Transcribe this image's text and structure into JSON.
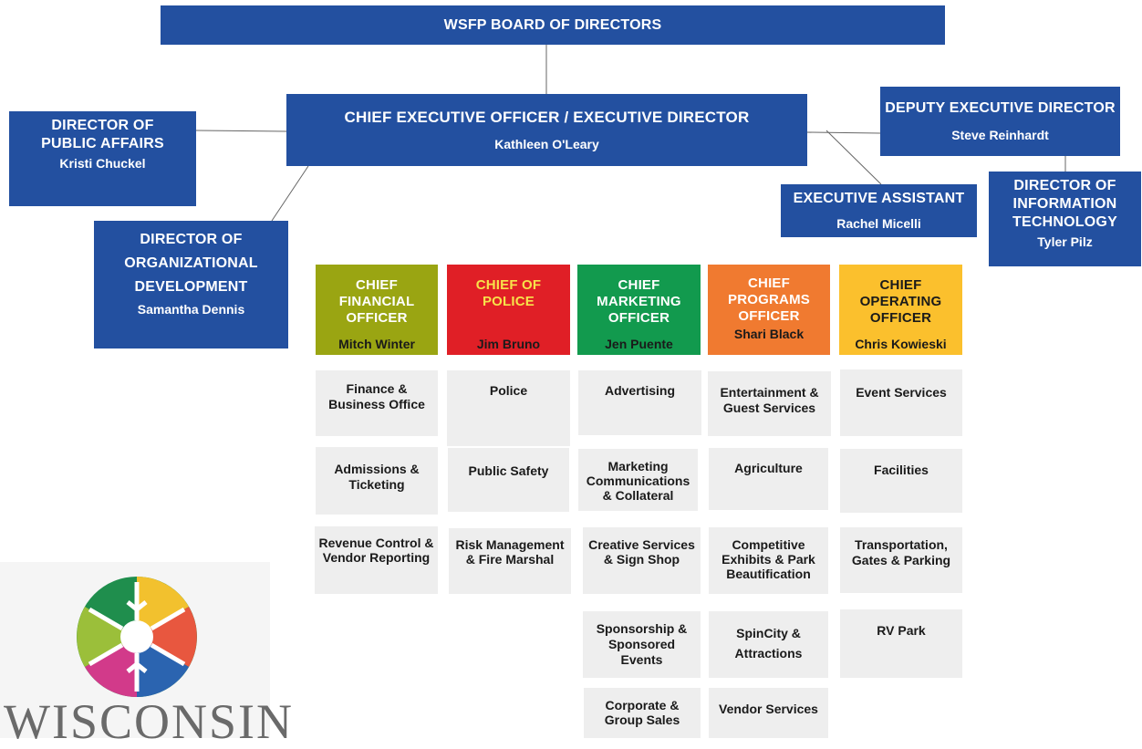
{
  "board": {
    "title": "WSFP BOARD OF DIRECTORS"
  },
  "ceo": {
    "title": "CHIEF EXECUTIVE OFFICER / EXECUTIVE DIRECTOR",
    "name": "Kathleen O'Leary"
  },
  "public_affairs": {
    "title1": "DIRECTOR OF",
    "title2": "PUBLIC AFFAIRS",
    "name": "Kristi Chuckel"
  },
  "deputy": {
    "title": "DEPUTY EXECUTIVE DIRECTOR",
    "name": "Steve Reinhardt"
  },
  "exec_assistant": {
    "title": "EXECUTIVE ASSISTANT",
    "name": "Rachel Micelli"
  },
  "it_director": {
    "title1": "DIRECTOR OF",
    "title2": "INFORMATION",
    "title3": "TECHNOLOGY",
    "name": "Tyler Pilz"
  },
  "org_dev": {
    "title1": "DIRECTOR OF",
    "title2": "ORGANIZATIONAL",
    "title3": "DEVELOPMENT",
    "name": "Samantha Dennis"
  },
  "officers": {
    "cfo": {
      "title1": "CHIEF",
      "title2": "FINANCIAL",
      "title3": "OFFICER",
      "name": "Mitch Winter",
      "color": "#9aa512"
    },
    "police": {
      "title1": "CHIEF OF",
      "title2": "POLICE",
      "name": "Jim Bruno",
      "color": "#e01f26"
    },
    "cmo": {
      "title1": "CHIEF",
      "title2": "MARKETING",
      "title3": "OFFICER",
      "name": "Jen Puente",
      "color": "#129a4e"
    },
    "cpo": {
      "title1": "CHIEF",
      "title2": "PROGRAMS",
      "title3": "OFFICER",
      "name": "Shari Black",
      "color": "#f07a30"
    },
    "coo": {
      "title1": "CHIEF",
      "title2": "OPERATING",
      "title3": "OFFICER",
      "name": "Chris Kowieski",
      "color": "#fbc02d"
    }
  },
  "departments": {
    "cfo": [
      "Finance & Business Office",
      "Admissions & Ticketing",
      "Revenue Control & Vendor Reporting"
    ],
    "police": [
      "Police",
      "Public Safety",
      "Risk Management & Fire Marshal"
    ],
    "cmo": [
      "Advertising",
      "Marketing Communications & Collateral",
      "Creative Services & Sign Shop",
      "Sponsorship & Sponsored Events",
      "Corporate & Group Sales"
    ],
    "cpo": [
      "Entertainment & Guest Services",
      "Agriculture",
      "Competitive Exhibits & Park Beautification",
      "SpinCity & Attractions",
      "Vendor Services"
    ],
    "coo": [
      "Event Services",
      "Facilities",
      "Transportation, Gates & Parking",
      "RV Park"
    ]
  },
  "logo": {
    "text": "WISCONSIN",
    "colors": [
      "#1f8e4d",
      "#f2c12e",
      "#e8573f",
      "#2b64b0",
      "#9bbf3a"
    ]
  }
}
